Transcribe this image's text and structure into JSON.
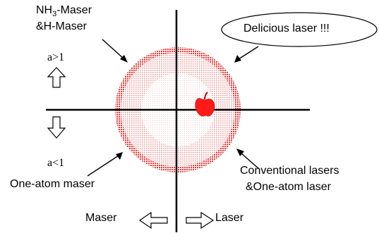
{
  "labels": {
    "nh3_prefix": "NH",
    "nh3_sub": "3",
    "nh3_suffix": "-Maser",
    "h_maser": "&H-Maser",
    "delicious": "Delicious laser !!!",
    "a_gt": "a>1",
    "a_lt": "a<1",
    "one_atom_maser": "One-atom maser",
    "conventional_line1": "Conventional lasers",
    "conventional_line2": "&One-atom laser",
    "maser": "Maser",
    "laser": "Laser"
  },
  "colors": {
    "outer_ring": "#e23a3a",
    "middle_ring": "#f0b8b8",
    "inner_disc": "#f8e6e6",
    "apple": "#ff1a1a",
    "ink": "#000000"
  },
  "icons": {
    "up": "up-arrow-icon",
    "down": "down-arrow-icon",
    "left": "left-arrow-icon",
    "right": "right-arrow-icon",
    "apple": "apple-icon"
  }
}
